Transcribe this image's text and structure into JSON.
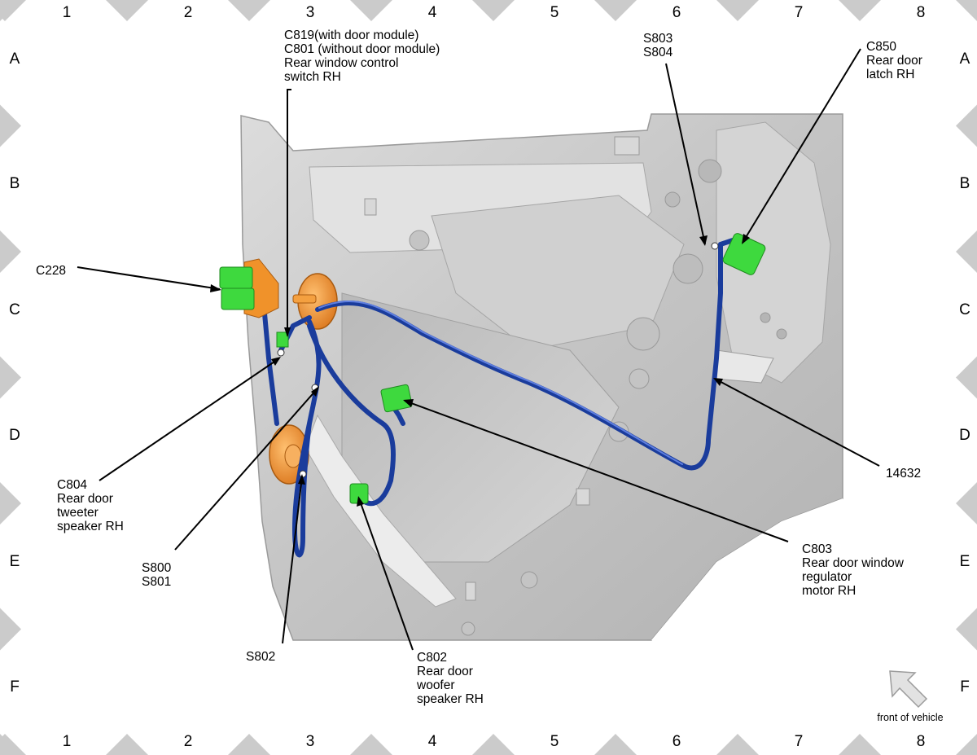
{
  "grid": {
    "columns": [
      "1",
      "2",
      "3",
      "4",
      "5",
      "6",
      "7",
      "8"
    ],
    "rows": [
      "A",
      "B",
      "C",
      "D",
      "E",
      "F"
    ]
  },
  "callouts": {
    "c819": [
      "C819(with door module)",
      "C801 (without door module)",
      "Rear window control",
      "switch RH"
    ],
    "s803": [
      "S803",
      "S804"
    ],
    "c850": [
      "C850",
      "Rear door",
      "latch RH"
    ],
    "c228": [
      "C228"
    ],
    "c804": [
      "C804",
      "Rear door",
      "tweeter",
      "speaker RH"
    ],
    "s800": [
      "S800",
      "S801"
    ],
    "s802": [
      "S802"
    ],
    "c802": [
      "C802",
      "Rear door",
      "woofer",
      "speaker RH"
    ],
    "c803": [
      "C803",
      "Rear door window",
      "regulator",
      "motor RH"
    ],
    "p14632": [
      "14632"
    ]
  },
  "orientation": {
    "label": "front of vehicle",
    "icon": "arrow-up-left-icon"
  },
  "colors": {
    "harness": "#1a3c9c",
    "connector": "#3ed93e",
    "speaker": "#f0922a",
    "panel": "#c6c6c6"
  }
}
